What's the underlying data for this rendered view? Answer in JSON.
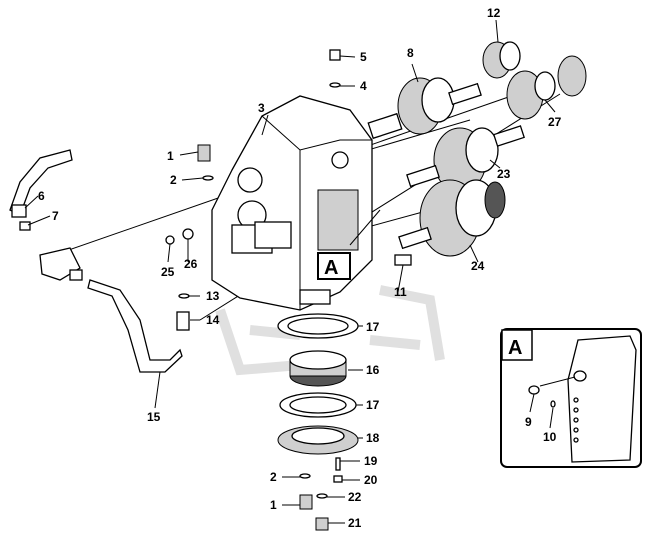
{
  "diagram": {
    "inset_label": "A",
    "main_label": "A",
    "callouts": [
      {
        "id": "c1a",
        "text": "1"
      },
      {
        "id": "c2a",
        "text": "2"
      },
      {
        "id": "c3",
        "text": "3"
      },
      {
        "id": "c4",
        "text": "4"
      },
      {
        "id": "c5",
        "text": "5"
      },
      {
        "id": "c6",
        "text": "6"
      },
      {
        "id": "c7",
        "text": "7"
      },
      {
        "id": "c8",
        "text": "8"
      },
      {
        "id": "c9",
        "text": "9"
      },
      {
        "id": "c10",
        "text": "10"
      },
      {
        "id": "c11",
        "text": "11"
      },
      {
        "id": "c12",
        "text": "12"
      },
      {
        "id": "c13",
        "text": "13"
      },
      {
        "id": "c14",
        "text": "14"
      },
      {
        "id": "c15",
        "text": "15"
      },
      {
        "id": "c16",
        "text": "16"
      },
      {
        "id": "c17a",
        "text": "17"
      },
      {
        "id": "c17b",
        "text": "17"
      },
      {
        "id": "c18",
        "text": "18"
      },
      {
        "id": "c19",
        "text": "19"
      },
      {
        "id": "c20",
        "text": "20"
      },
      {
        "id": "c21",
        "text": "21"
      },
      {
        "id": "c22",
        "text": "22"
      },
      {
        "id": "c23",
        "text": "23"
      },
      {
        "id": "c24",
        "text": "24"
      },
      {
        "id": "c25",
        "text": "25"
      },
      {
        "id": "c26",
        "text": "26"
      },
      {
        "id": "c27",
        "text": "27"
      },
      {
        "id": "c2b",
        "text": "2"
      },
      {
        "id": "c1b",
        "text": "1"
      }
    ]
  }
}
